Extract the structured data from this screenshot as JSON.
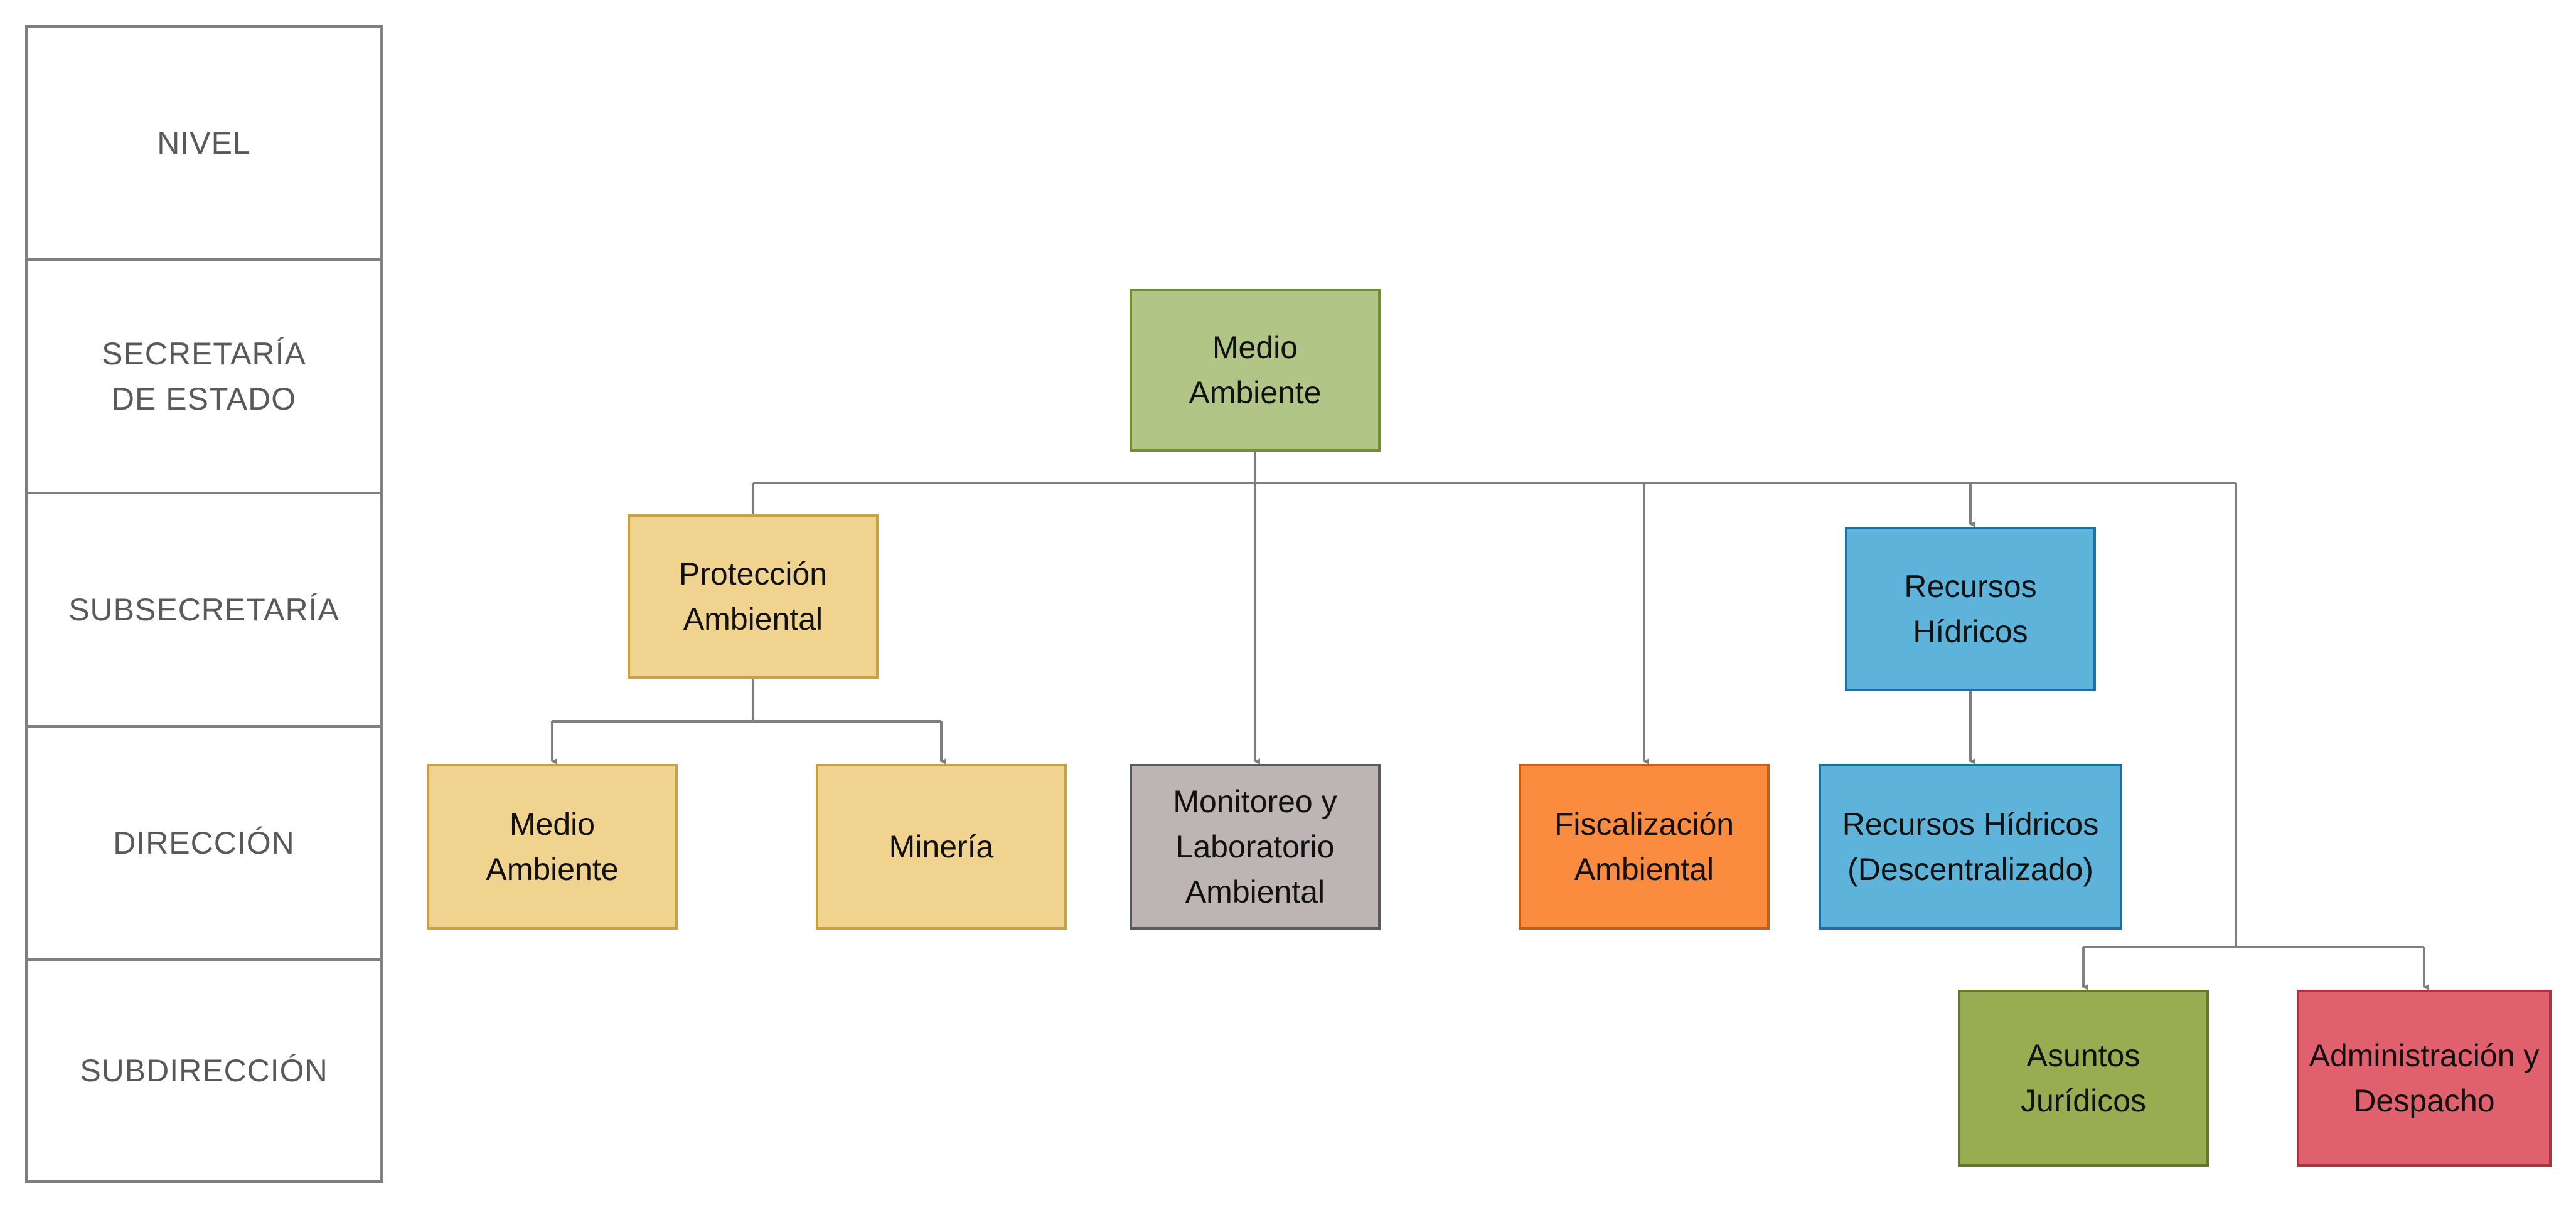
{
  "levels": {
    "header": "NIVEL",
    "rows": [
      "SECRETARÍA DE ESTADO",
      "SUBSECRETARÍA",
      "DIRECCIÓN",
      "SUBDIRECCIÓN"
    ]
  },
  "nodes": {
    "root": "Medio Ambiente",
    "proteccion": "Protección Ambiental",
    "recursos_hidricos": "Recursos Hídricos",
    "medio_ambiente_dir": "Medio Ambiente",
    "mineria": "Minería",
    "monitoreo": "Monitoreo y Laboratorio Ambiental",
    "fiscalizacion": "Fiscalización Ambiental",
    "recursos_descentralizado": "Recursos Hídricos (Descentralizado)",
    "asuntos_juridicos": "Asuntos Jurídicos",
    "administracion": "Administración y Despacho"
  },
  "colors": {
    "line": "#7f7f7f",
    "root": "#b1c686",
    "proteccion": "#f0d38e",
    "monitoreo": "#bdb5b5",
    "fiscalizacion": "#fb8b3e",
    "recursos": "#5db3d9",
    "asuntos": "#98ad52",
    "administracion": "#e0606d"
  }
}
